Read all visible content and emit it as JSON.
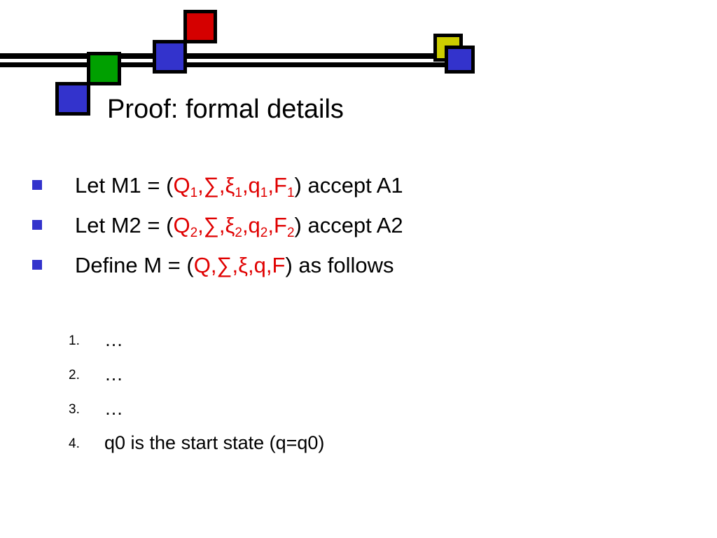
{
  "slide": {
    "title": "Proof: formal details",
    "bullets": [
      {
        "pre": "Let M1 = (",
        "red": [
          "Q",
          "1",
          ",∑,ξ",
          "1",
          ",q",
          "1",
          ",F",
          "1"
        ],
        "post": ") accept A1"
      },
      {
        "pre": "Let M2 = (",
        "red": [
          "Q",
          "2",
          ",∑,ξ",
          "2",
          ",q",
          "2",
          ",F",
          "2"
        ],
        "post": ") accept A2"
      },
      {
        "pre": "Define M = (",
        "red_plain": "Q,∑,ξ,q,F",
        "post": ") as follows"
      }
    ],
    "numbered": [
      {
        "num": "1.",
        "text": "…"
      },
      {
        "num": "2.",
        "text": "…"
      },
      {
        "num": "3.",
        "text": "…"
      },
      {
        "num": "4.",
        "text": "q0 is the start state (q=q0)"
      }
    ]
  },
  "colors": {
    "accent_red": "#e00000",
    "bullet_blue": "#3333cc",
    "deco_green": "#00a000",
    "deco_yellow": "#cccc00"
  }
}
